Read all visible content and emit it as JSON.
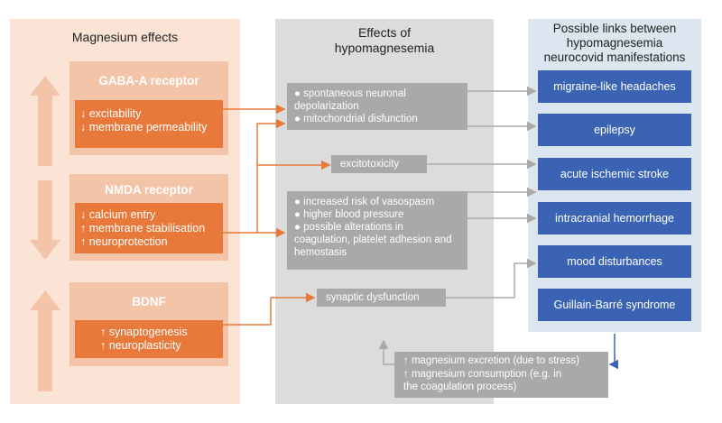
{
  "panels": {
    "magnesium_effects": "Magnesium effects",
    "hypomag_effects": "Effects of\nhypomagnesemia",
    "links": "Possible links between\nhypomagnesemia\nneurocovid manifestations"
  },
  "receptors": [
    {
      "title": "GABA-A receptor",
      "items": [
        "↓ excitability",
        "↓ membrane permeability"
      ]
    },
    {
      "title": "NMDA receptor",
      "items": [
        "↓ calcium entry",
        "↑ membrane stabilisation",
        "↑ neuroprotection"
      ]
    },
    {
      "title": "BDNF",
      "items": [
        "↑ synaptogenesis",
        "↑ neuroplasticity"
      ]
    }
  ],
  "effects": {
    "box1": [
      "spontaneous neuronal depolarization",
      "mitochondrial disfunction"
    ],
    "excitotoxicity": "excitotoxicity",
    "box3": [
      "increased risk of vasospasm",
      "higher blood pressure",
      "possible alterations in coagulation, platelet adhesion and hemostasis"
    ],
    "synaptic": "synaptic dysfunction",
    "bullet": "●"
  },
  "manifestations": [
    "migraine-like headaches",
    "epilepsy",
    "acute ischemic stroke",
    "intracranial hemorrhage",
    "mood disturbances",
    "Guillain-Barré syndrome"
  ],
  "feedback": [
    "↑ magnesium excretion (due to stress)",
    "↑ magnesium consumption (e.g. in",
    "the coagulation process)"
  ],
  "colors": {
    "left_panel": "#fbe3d6",
    "mid_panel": "#dcdcdc",
    "right_panel": "#dce6f0",
    "orange": "#e8793a",
    "salmon": "#f4c4a8",
    "gray_box": "#a9a9a9",
    "blue_box": "#3b63b3"
  }
}
